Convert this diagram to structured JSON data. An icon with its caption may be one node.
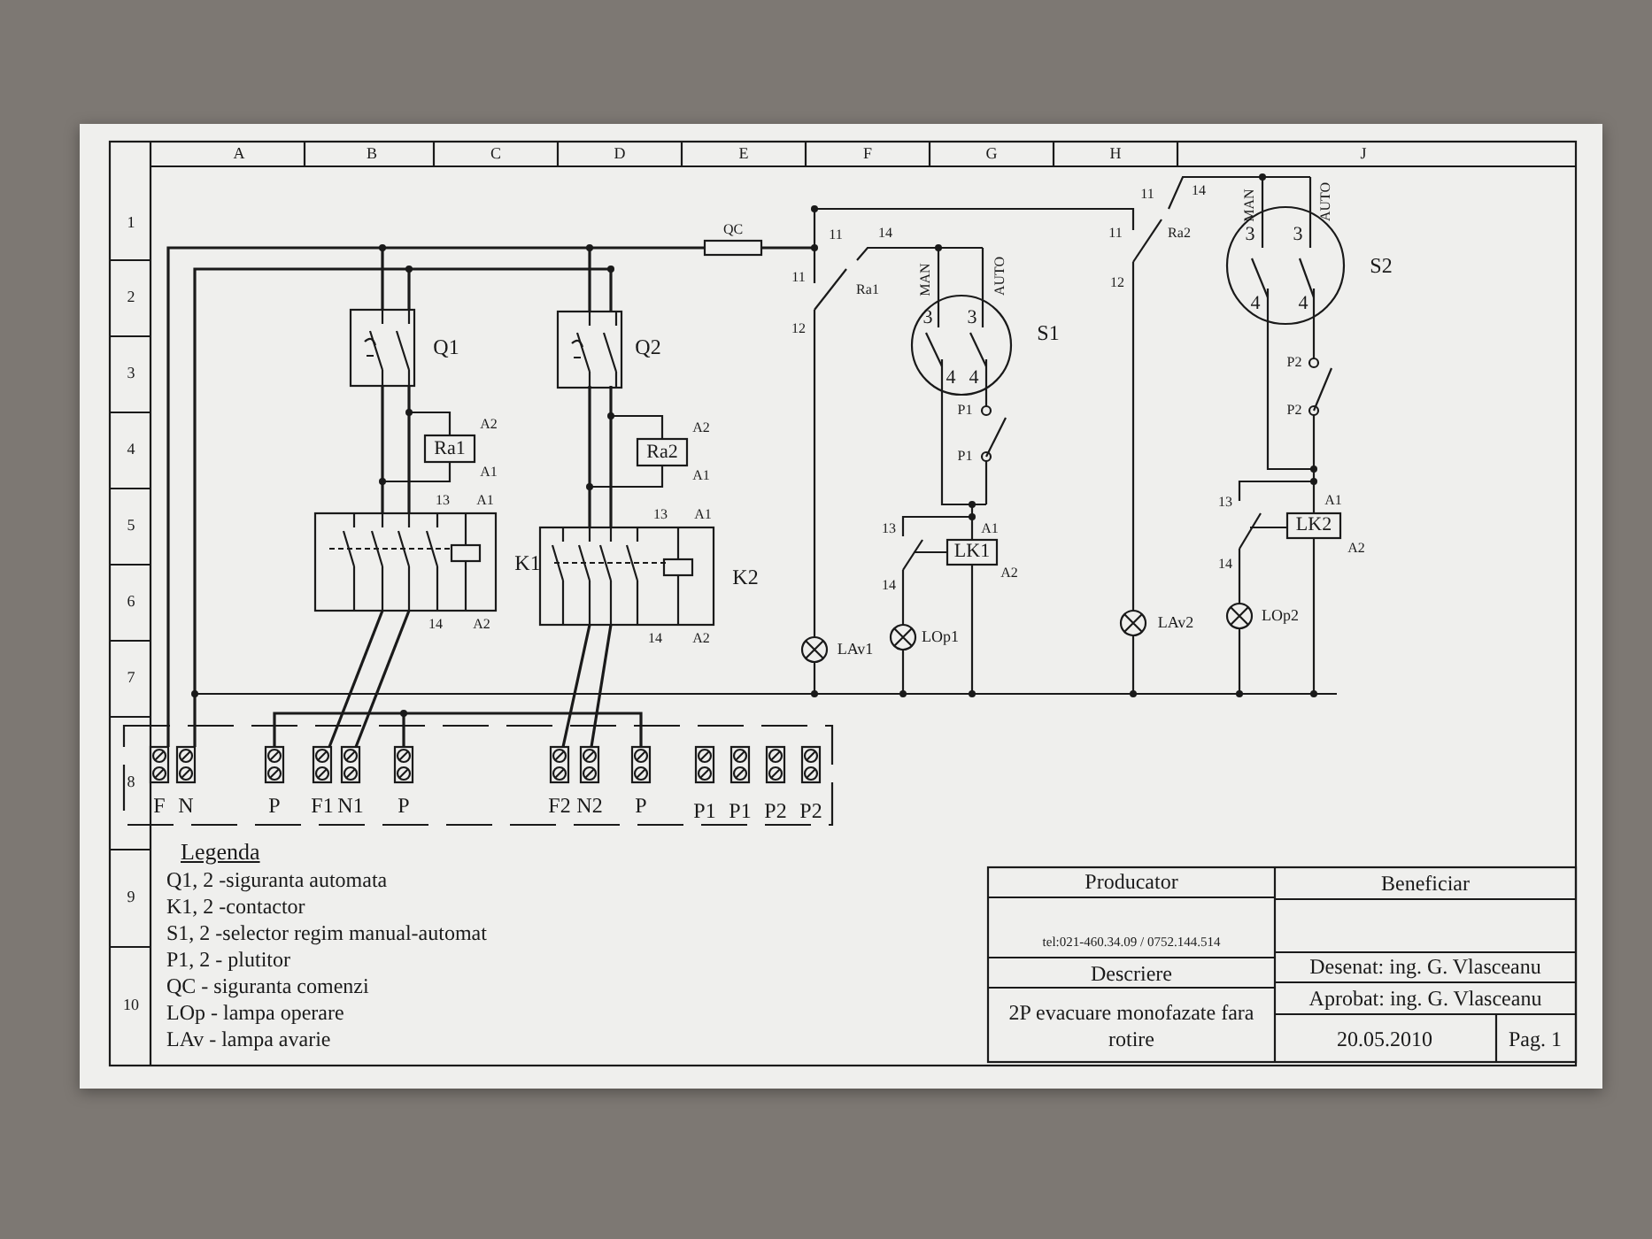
{
  "diagram": {
    "labels": [
      "A",
      "B",
      "C",
      "D",
      "E",
      "F",
      "G",
      "H",
      "J",
      "1",
      "2",
      "3",
      "4",
      "5",
      "6",
      "7",
      "8",
      "9",
      "10",
      "QC",
      "Q1",
      "Q2",
      "A2",
      "Ra1",
      "A1",
      "A2",
      "Ra2",
      "A1",
      "13",
      "A1",
      "K1",
      "14",
      "A2",
      "13",
      "A1",
      "K2",
      "14",
      "A2",
      "11",
      "14",
      "Ra1",
      "11",
      "12",
      "MAN",
      "AUTO",
      "3",
      "3",
      "S1",
      "4",
      "4",
      "P1",
      "P1",
      "13",
      "A1",
      "LK1",
      "A2",
      "14",
      "LAv1",
      "LOp1",
      "11",
      "14",
      "11",
      "Ra2",
      "12",
      "MAN",
      "AUTO",
      "3",
      "3",
      "S2",
      "4",
      "4",
      "P2",
      "P2",
      "13",
      "A1",
      "LK2",
      "A2",
      "14",
      "LAv2",
      "LOp2",
      "F",
      "N",
      "P",
      "F1",
      "N1",
      "P",
      "F2",
      "N2",
      "P",
      "P1",
      "P1",
      "P2",
      "P2",
      "Legenda",
      "Q1, 2 -siguranta automata",
      "K1, 2 -contactor",
      "S1, 2 -selector regim manual-automat",
      "P1, 2 - plutitor",
      "QC - siguranta comenzi",
      "LOp - lampa operare",
      "LAv - lampa avarie",
      "Producator",
      "Beneficiar",
      "tel:021-460.34.09 / 0752.144.514",
      "Descriere",
      "Desenat: ing. G. Vlasceanu",
      "2P evacuare monofazate fara rotire",
      "Aprobat: ing. G. Vlasceanu",
      "20.05.2010",
      "Pag. 1"
    ]
  }
}
